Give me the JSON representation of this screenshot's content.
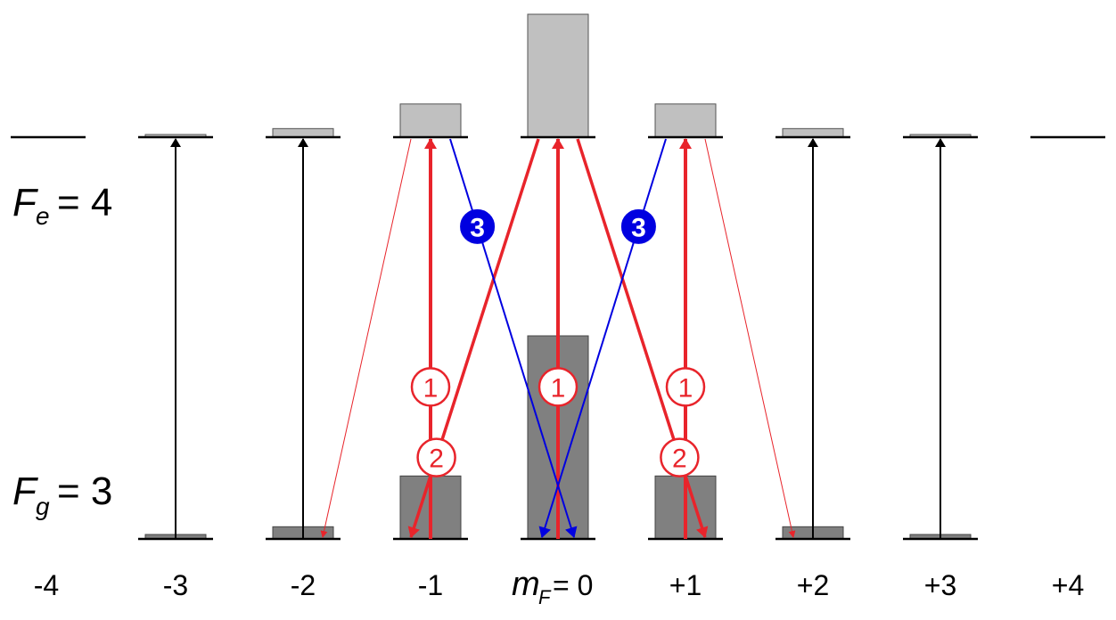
{
  "colors": {
    "background": "#ffffff",
    "level": "#000000",
    "excited_pop": "#c0c0c0",
    "ground_pop": "#808080",
    "pump": "#e8242b",
    "sigma_decay": "#e8242b",
    "blue_decay": "#0000e0",
    "black_transition": "#000000"
  },
  "excited_level": {
    "F_symbol": "F",
    "F_sub": "e",
    "value_text": "= 4"
  },
  "ground_level": {
    "F_symbol": "F",
    "F_sub": "g",
    "value_text": "= 3"
  },
  "mF_label": {
    "symbol": "m",
    "sub": "F",
    "value_text": "= 0"
  },
  "sublevels": [
    {
      "m": -4,
      "label": "-4",
      "excited_pop": 0,
      "ground_pop": null
    },
    {
      "m": -3,
      "label": "-3",
      "excited_pop": 0.02,
      "ground_pop": 0.02
    },
    {
      "m": -2,
      "label": "-2",
      "excited_pop": 0.07,
      "ground_pop": 0.06
    },
    {
      "m": -1,
      "label": "-1",
      "excited_pop": 0.27,
      "ground_pop": 0.31
    },
    {
      "m": 0,
      "label": "",
      "excited_pop": 1.0,
      "ground_pop": 1.0
    },
    {
      "m": 1,
      "label": "+1",
      "excited_pop": 0.27,
      "ground_pop": 0.31
    },
    {
      "m": 2,
      "label": "+2",
      "excited_pop": 0.07,
      "ground_pop": 0.06
    },
    {
      "m": 3,
      "label": "+3",
      "excited_pop": 0.02,
      "ground_pop": 0.02
    },
    {
      "m": 4,
      "label": "+4",
      "excited_pop": 0,
      "ground_pop": null
    }
  ],
  "transitions": [
    {
      "name": "pump-m-3",
      "from_m": -3,
      "to_m": -3,
      "direction": "up",
      "kind": "black",
      "marker": ""
    },
    {
      "name": "pump-m-2",
      "from_m": -2,
      "to_m": -2,
      "direction": "up",
      "kind": "black",
      "marker": ""
    },
    {
      "name": "pump-m-1",
      "from_m": -1,
      "to_m": -1,
      "direction": "up",
      "kind": "pump",
      "marker": "1"
    },
    {
      "name": "pump-m0",
      "from_m": 0,
      "to_m": 0,
      "direction": "up",
      "kind": "pump",
      "marker": "1"
    },
    {
      "name": "pump-m+1",
      "from_m": 1,
      "to_m": 1,
      "direction": "up",
      "kind": "pump",
      "marker": "1"
    },
    {
      "name": "pump-m+2",
      "from_m": 2,
      "to_m": 2,
      "direction": "up",
      "kind": "black",
      "marker": ""
    },
    {
      "name": "pump-m+3",
      "from_m": 3,
      "to_m": 3,
      "direction": "up",
      "kind": "black",
      "marker": ""
    },
    {
      "name": "decay-0-to-m-1",
      "from_m": 0,
      "to_m": -1,
      "direction": "down",
      "kind": "sigma",
      "marker": "2"
    },
    {
      "name": "decay-0-to-m+1",
      "from_m": 0,
      "to_m": 1,
      "direction": "down",
      "kind": "sigma",
      "marker": "2"
    },
    {
      "name": "decay-m-1-to-0",
      "from_m": -1,
      "to_m": 0,
      "direction": "down",
      "kind": "blue",
      "marker": "3"
    },
    {
      "name": "decay-m+1-to-0",
      "from_m": 1,
      "to_m": 0,
      "direction": "down",
      "kind": "blue",
      "marker": "3"
    },
    {
      "name": "decay-m-1-to-m-2",
      "from_m": -1,
      "to_m": -2,
      "direction": "down",
      "kind": "thin",
      "marker": ""
    },
    {
      "name": "decay-m+1-to-m+2",
      "from_m": 1,
      "to_m": 2,
      "direction": "down",
      "kind": "thin",
      "marker": ""
    }
  ]
}
